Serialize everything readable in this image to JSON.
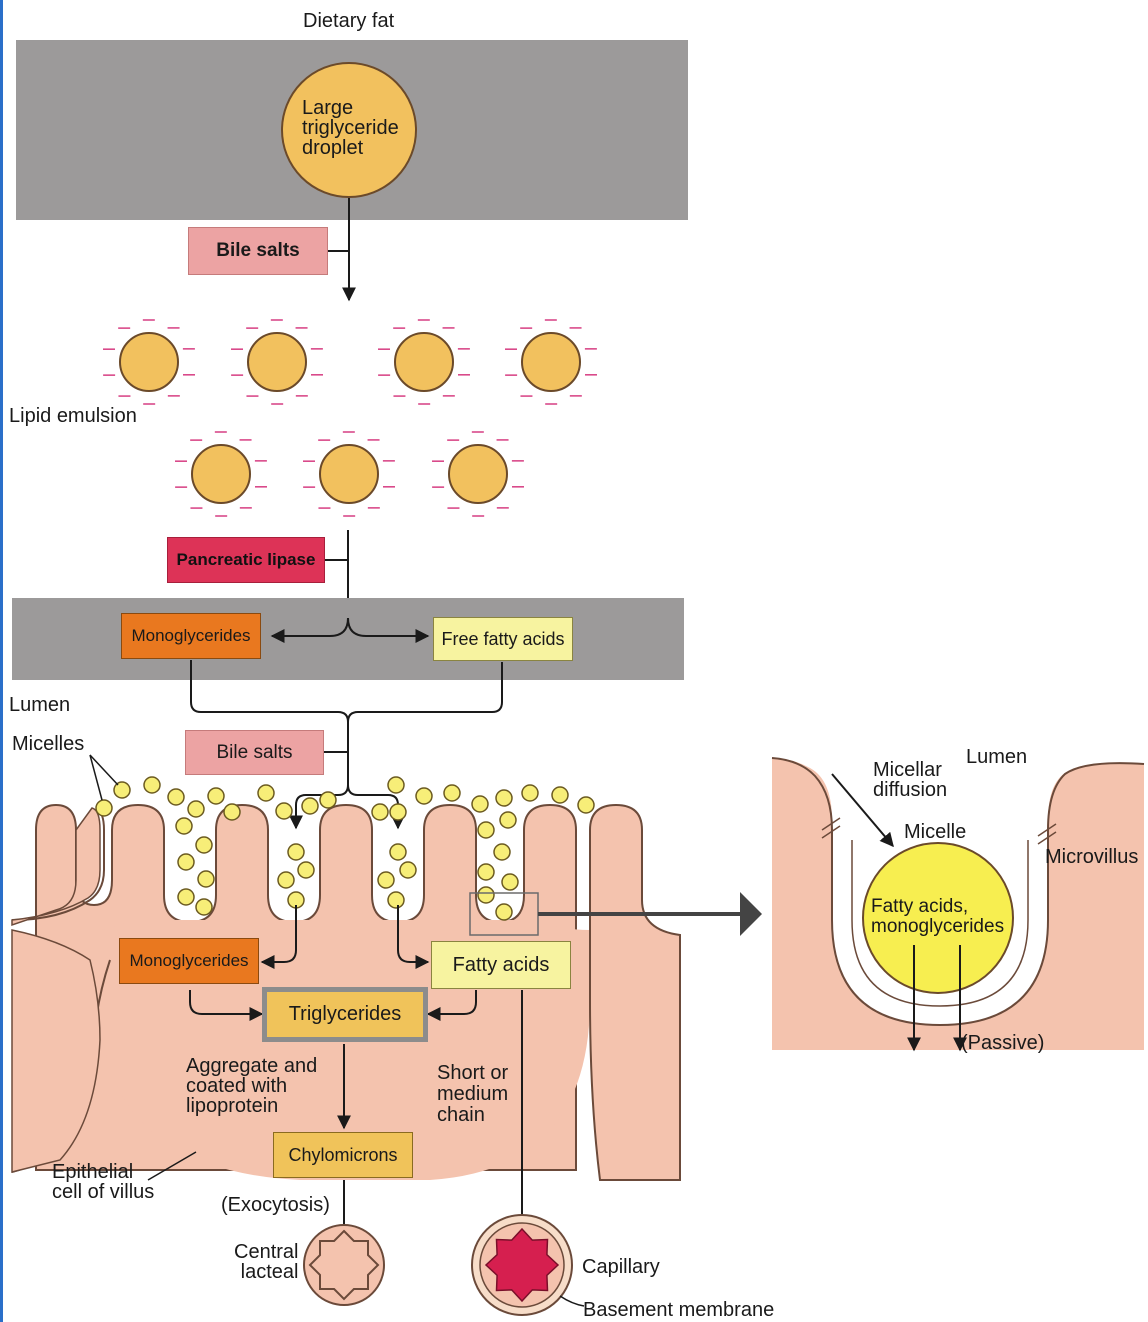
{
  "title": "Dietary fat",
  "droplet_label": [
    "Large",
    "triglyceride",
    "droplet"
  ],
  "bile_salts_1": "Bile salts",
  "lipid_emulsion": "Lipid emulsion",
  "pancreatic_lipase": "Pancreatic lipase",
  "monoglycerides_lumen": "Monoglycerides",
  "free_fatty_acids": "Free fatty acids",
  "lumen": "Lumen",
  "micelles": "Micelles",
  "bile_salts_2": "Bile salts",
  "monoglycerides_cell": "Monoglycerides",
  "fatty_acids_cell": "Fatty acids",
  "triglycerides": "Triglycerides",
  "aggregate": [
    "Aggregate and",
    "coated with",
    "lipoprotein"
  ],
  "short_medium": [
    "Short or",
    "medium",
    "chain"
  ],
  "chylomicrons": "Chylomicrons",
  "epithelial": [
    "Epithelial",
    "cell of villus"
  ],
  "exocytosis": "(Exocytosis)",
  "central_lacteal": [
    "Central",
    "lacteal"
  ],
  "capillary": "Capillary",
  "basement_membrane": "Basement membrane",
  "inset": {
    "micellar_diffusion": [
      "Micellar",
      "diffusion"
    ],
    "lumen": "Lumen",
    "micelle": "Micelle",
    "microvillus": "Microvillus",
    "contents": [
      "Fatty acids,",
      "monoglycerides"
    ],
    "passive": "(Passive)"
  },
  "colors": {
    "band": "#9c9a9a",
    "droplet": "#f2c15e",
    "cell": "#f4c3ae",
    "cell_outline": "#6b4a3a",
    "minus": "#d94a8a",
    "micelle": "#f7ee78",
    "arrow": "#1a1a1a",
    "capillary_blood": "#d61f4f"
  }
}
